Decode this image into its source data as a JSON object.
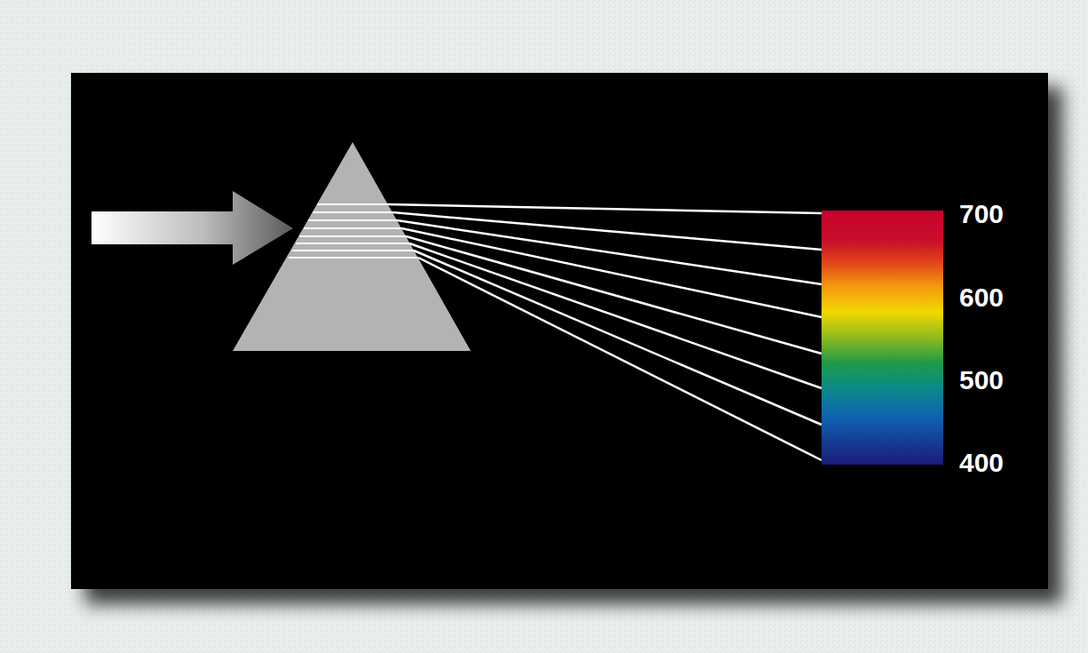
{
  "diagram": {
    "labels": [
      "700",
      "600",
      "500",
      "400"
    ]
  }
}
